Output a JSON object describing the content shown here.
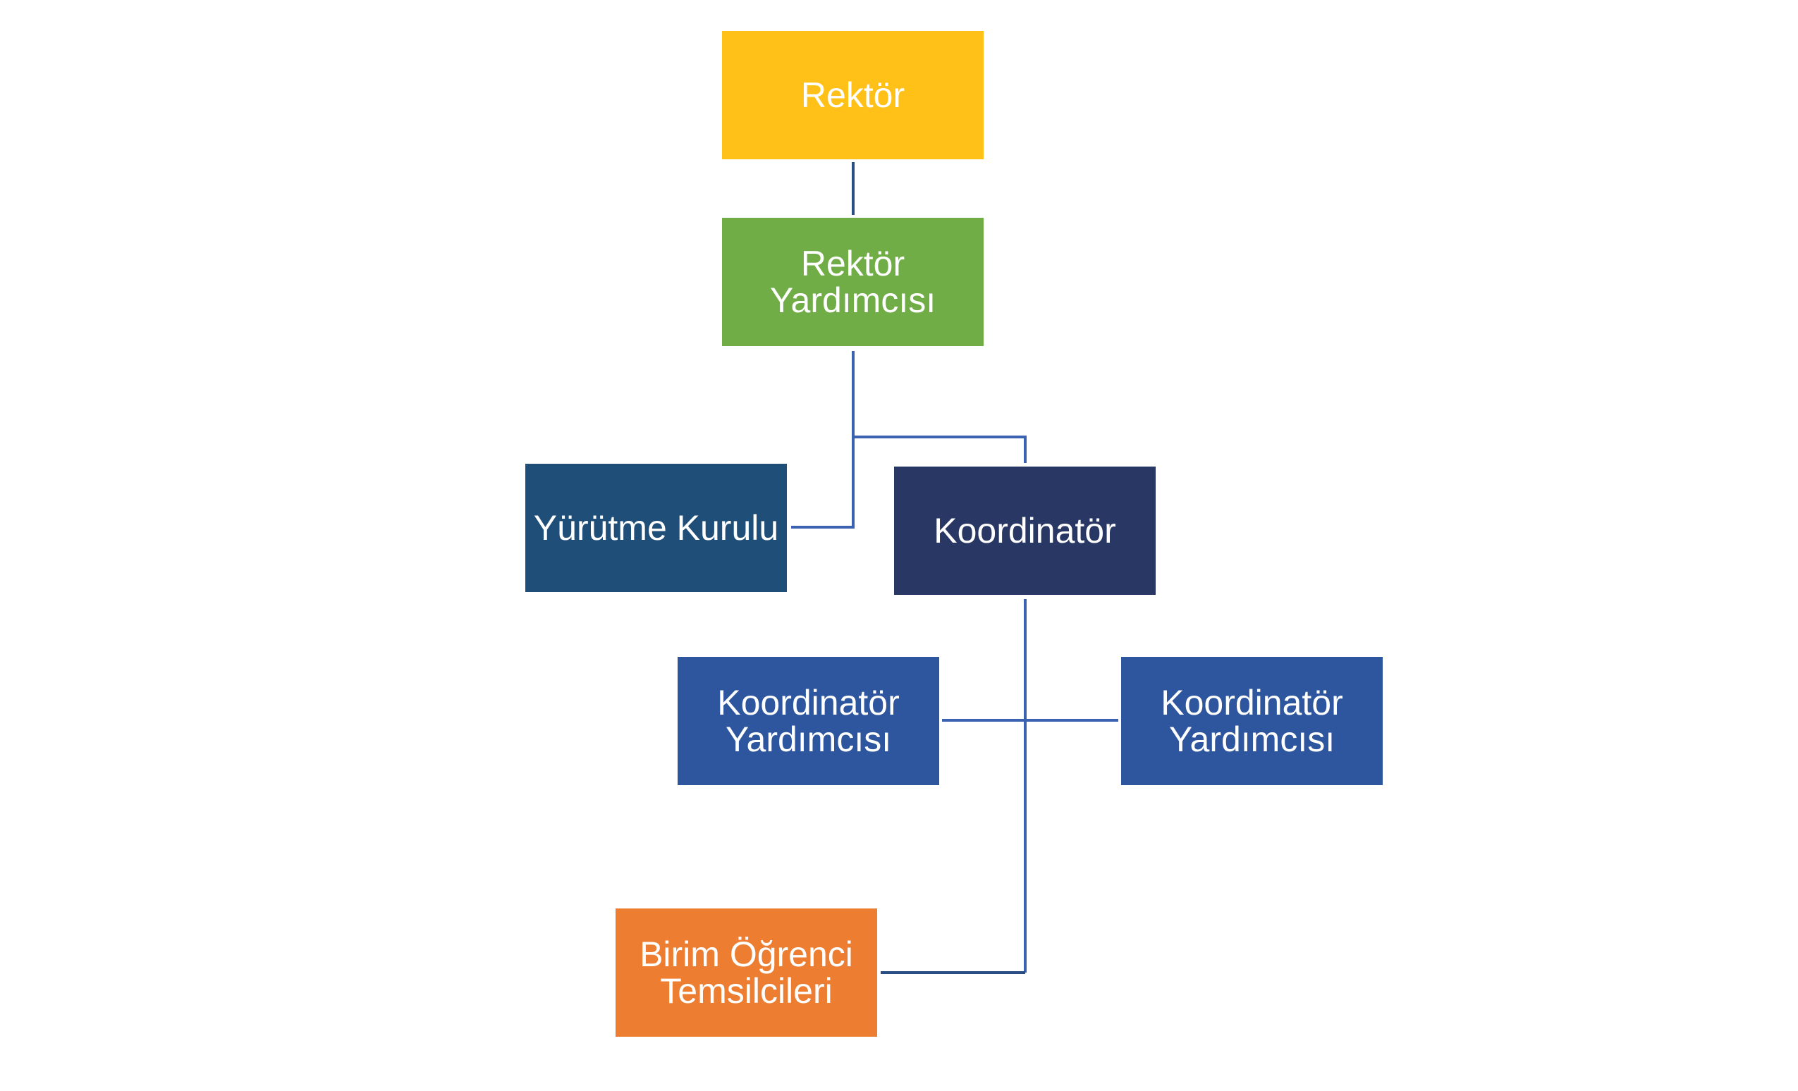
{
  "nodes": {
    "rektor": {
      "label": "Rektör",
      "color": "#FFC118"
    },
    "rektor_yardimcisi": {
      "label": "Rektör\nYardımcısı",
      "color": "#70AD47"
    },
    "yurutme_kurulu": {
      "label": "Yürütme Kurulu",
      "color": "#1F4E79"
    },
    "koordinator": {
      "label": "Koordinatör",
      "color": "#283764"
    },
    "koordinator_yardimcisi_1": {
      "label": "Koordinatör\nYardımcısı",
      "color": "#2E569E"
    },
    "koordinator_yardimcisi_2": {
      "label": "Koordinatör\nYardımcısı",
      "color": "#2E569E"
    },
    "birim_ogrenci_temsilcileri": {
      "label": "Birim Öğrenci\nTemsilcileri",
      "color": "#ED7D31"
    }
  },
  "connector_color": "#3A62B0"
}
